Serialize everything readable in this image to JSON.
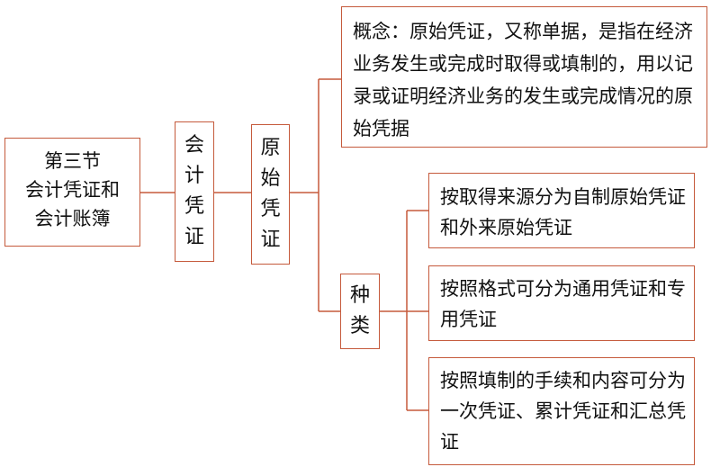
{
  "root": {
    "line1": "第三节",
    "line2": "会计凭证和",
    "line3": "会计账簿"
  },
  "level1": {
    "chars": [
      "会",
      "计",
      "凭",
      "证"
    ]
  },
  "level2": {
    "chars": [
      "原",
      "始",
      "凭",
      "证"
    ]
  },
  "concept": {
    "text": "概念：原始凭证，又称单据，是指在经济业务发生或完成时取得或填制的，用以记录或证明经济业务的发生或完成情况的原始凭据"
  },
  "types": {
    "chars": [
      "种",
      "类"
    ]
  },
  "type_items": [
    {
      "text": "按取得来源分为自制原始凭证和外来原始凭证"
    },
    {
      "text": "按照格式可分为通用凭证和专用凭证"
    },
    {
      "text": "按照填制的手续和内容可分为一次凭证、累计凭证和汇总凭证"
    }
  ]
}
